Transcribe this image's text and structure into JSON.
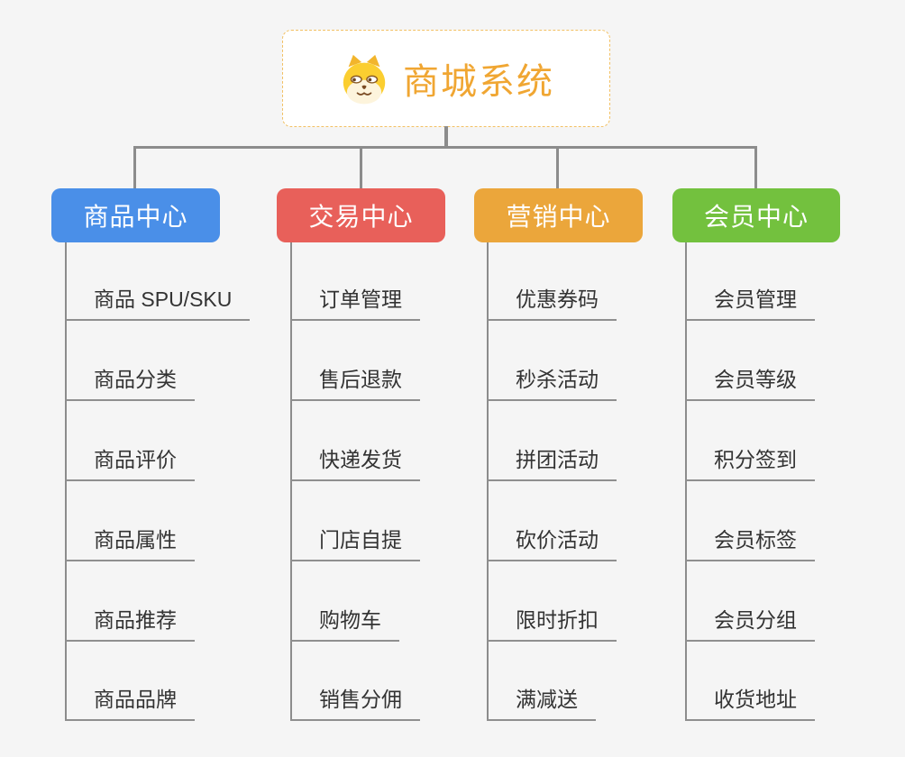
{
  "root": {
    "title": "商城系统",
    "icon": "shiba-dog-icon"
  },
  "colors": {
    "background": "#F5F5F5",
    "root_border": "#F2C063",
    "root_text": "#F0A632",
    "connector": "#8C8C8C",
    "leaf_underline": "#8F8F8F",
    "leaf_text": "#333333",
    "branch_blue": "#4A8FE8",
    "branch_red": "#E8605A",
    "branch_orange": "#EBA63B",
    "branch_green": "#73C13E"
  },
  "branches": [
    {
      "label": "商品中心",
      "color": "#4A8FE8",
      "items": [
        "商品 SPU/SKU",
        "商品分类",
        "商品评价",
        "商品属性",
        "商品推荐",
        "商品品牌"
      ]
    },
    {
      "label": "交易中心",
      "color": "#E8605A",
      "items": [
        "订单管理",
        "售后退款",
        "快递发货",
        "门店自提",
        "购物车",
        "销售分佣"
      ]
    },
    {
      "label": "营销中心",
      "color": "#EBA63B",
      "items": [
        "优惠券码",
        "秒杀活动",
        "拼团活动",
        "砍价活动",
        "限时折扣",
        "满减送"
      ]
    },
    {
      "label": "会员中心",
      "color": "#73C13E",
      "items": [
        "会员管理",
        "会员等级",
        "积分签到",
        "会员标签",
        "会员分组",
        "收货地址"
      ]
    }
  ]
}
